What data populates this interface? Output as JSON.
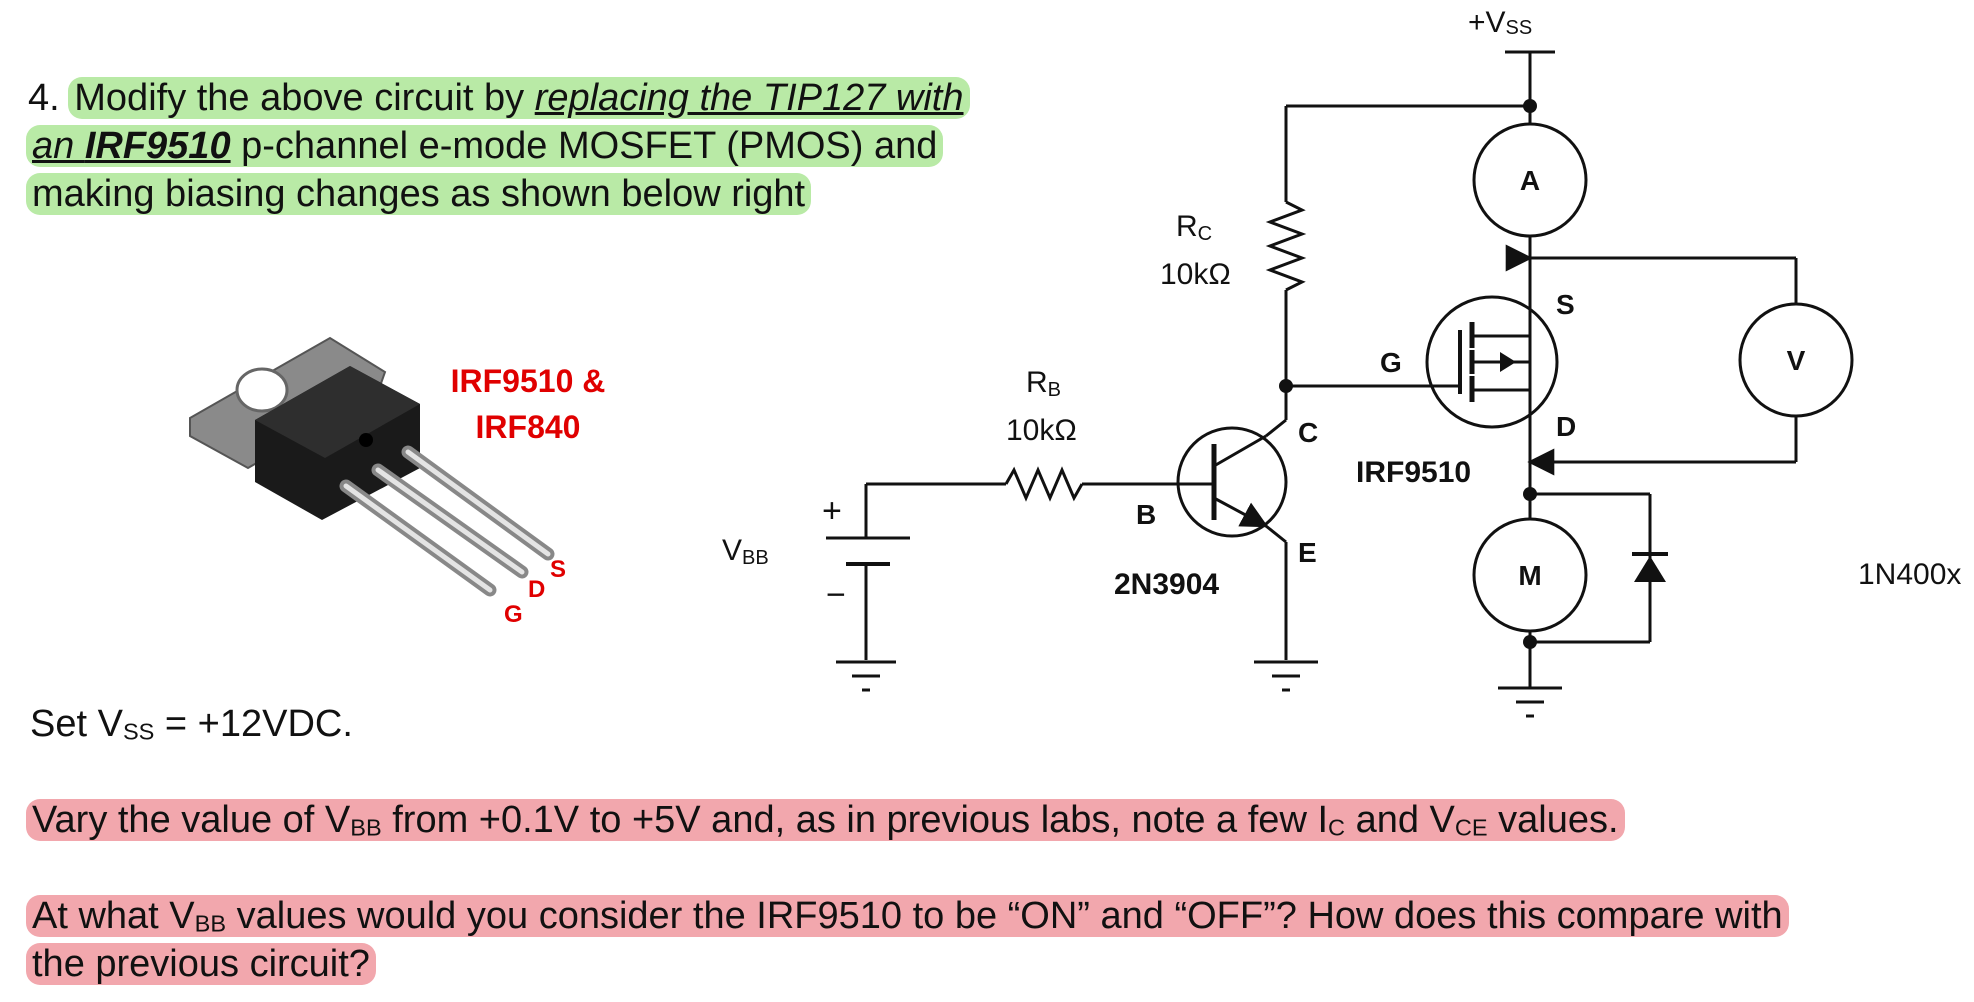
{
  "question": {
    "number": "4.",
    "line1_pre": "Modify the above circuit by ",
    "line1_ul": "replacing the TIP127 with",
    "line2_ul_pre": "an ",
    "line2_part": "IRF9510",
    "line2_post": " p-channel e-mode MOSFET (PMOS) and",
    "line3": "making biasing changes as shown below right"
  },
  "setvss": {
    "pre": "Set V",
    "sub": "SS",
    "post": " = +12VDC."
  },
  "vary": {
    "pre": "Vary the value of V",
    "sub1": "BB",
    "mid1": " from +0.1V to +5V and, as in previous labs, note a few I",
    "sub2": "C",
    "mid2": " and V",
    "sub3": "CE",
    "post": " values."
  },
  "atwhat": {
    "pre": "At what V",
    "sub": "BB",
    "post": " values would you consider the IRF9510 to be “ON” and “OFF”? How does this compare with",
    "line2": "the previous circuit?"
  },
  "package": {
    "label_line1": "IRF9510 &",
    "label_line2": "IRF840",
    "pin_g": "G",
    "pin_d": "D",
    "pin_s": "S"
  },
  "circuit": {
    "vss_label": "+V",
    "vss_sub": "SS",
    "rc_label": "R",
    "rc_sub": "C",
    "rc_value": "10kΩ",
    "rb_label": "R",
    "rb_sub": "B",
    "rb_value": "10kΩ",
    "vbb_label": "V",
    "vbb_sub": "BB",
    "vbb_plus": "+",
    "vbb_minus": "−",
    "bjt_b": "B",
    "bjt_c": "C",
    "bjt_e": "E",
    "bjt_part": "2N3904",
    "mos_g": "G",
    "mos_s": "S",
    "mos_d": "D",
    "mos_part": "IRF9510",
    "ammeter": "A",
    "voltmeter": "V",
    "motor": "M",
    "diode_part": "1N400x"
  },
  "colors": {
    "green_highlight": "#b9eaa6",
    "pink_highlight": "#f2a7ad",
    "label_red": "#e00000"
  }
}
